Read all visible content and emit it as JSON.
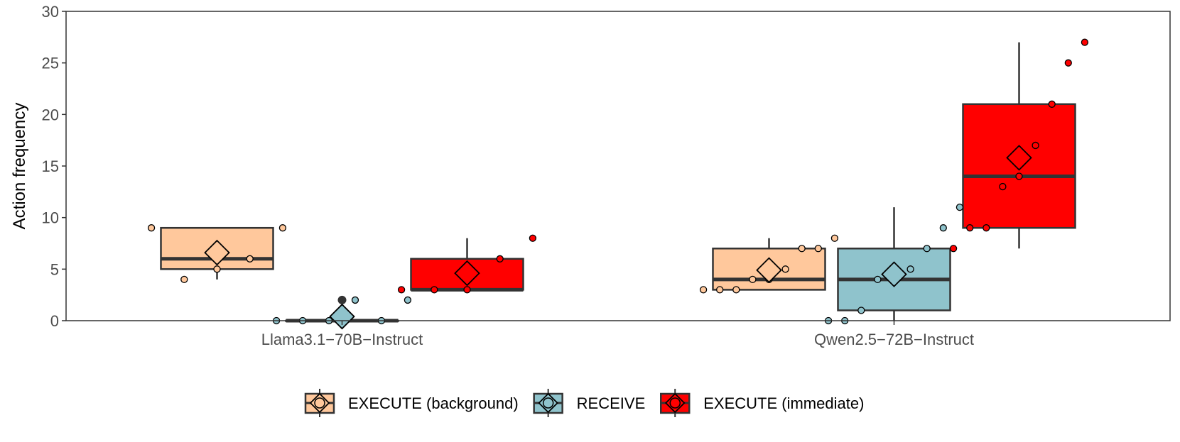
{
  "chart_data": {
    "type": "box",
    "title": "",
    "xlabel": "",
    "ylabel": "Action frequency",
    "ylim": [
      0,
      30
    ],
    "yticks": [
      0,
      5,
      10,
      15,
      20,
      25,
      30
    ],
    "categories": [
      "Llama3.1−70B−Instruct",
      "Qwen2.5−72B−Instruct"
    ],
    "grid": false,
    "legend_position": "bottom",
    "colors": {
      "EXECUTE (background)": "#FFC89C",
      "RECEIVE": "#8FC3CC",
      "EXECUTE (immediate)": "#FF0000",
      "box_outline": "#333333"
    },
    "series": [
      {
        "name": "EXECUTE (background)",
        "boxes": [
          {
            "category": "Llama3.1−70B−Instruct",
            "min": 4,
            "q1": 5,
            "median": 6,
            "q3": 9,
            "max": 9,
            "mean": 6.6,
            "outliers": []
          },
          {
            "category": "Qwen2.5−72B−Instruct",
            "min": 3,
            "q1": 3,
            "median": 4,
            "q3": 7,
            "max": 8,
            "mean": 4.9,
            "outliers": []
          }
        ],
        "points": [
          {
            "category": "Llama3.1−70B−Instruct",
            "values": [
              9,
              4,
              5,
              6,
              9
            ]
          },
          {
            "category": "Qwen2.5−72B−Instruct",
            "values": [
              3,
              3,
              3,
              4,
              4,
              5,
              7,
              7,
              8
            ]
          }
        ]
      },
      {
        "name": "RECEIVE",
        "boxes": [
          {
            "category": "Llama3.1−70B−Instruct",
            "min": 0,
            "q1": 0,
            "median": 0,
            "q3": 0,
            "max": 0,
            "mean": 0.4,
            "outliers": [
              2
            ]
          },
          {
            "category": "Qwen2.5−72B−Instruct",
            "min": 0,
            "q1": 1,
            "median": 4,
            "q3": 7,
            "max": 11,
            "mean": 4.5,
            "outliers": []
          }
        ],
        "points": [
          {
            "category": "Llama3.1−70B−Instruct",
            "values": [
              0,
              0,
              0,
              2,
              0,
              2
            ]
          },
          {
            "category": "Qwen2.5−72B−Instruct",
            "values": [
              0,
              0,
              1,
              4,
              4,
              5,
              7,
              9,
              11
            ]
          }
        ]
      },
      {
        "name": "EXECUTE (immediate)",
        "boxes": [
          {
            "category": "Llama3.1−70B−Instruct",
            "min": 3,
            "q1": 3,
            "median": 3,
            "q3": 6,
            "max": 8,
            "mean": 4.6,
            "outliers": []
          },
          {
            "category": "Qwen2.5−72B−Instruct",
            "min": 7,
            "q1": 9,
            "median": 14,
            "q3": 21,
            "max": 27,
            "mean": 15.8,
            "outliers": []
          }
        ],
        "points": [
          {
            "category": "Llama3.1−70B−Instruct",
            "values": [
              3,
              3,
              3,
              6,
              8
            ]
          },
          {
            "category": "Qwen2.5−72B−Instruct",
            "values": [
              7,
              9,
              9,
              13,
              14,
              17,
              21,
              25,
              27
            ]
          }
        ]
      }
    ]
  }
}
